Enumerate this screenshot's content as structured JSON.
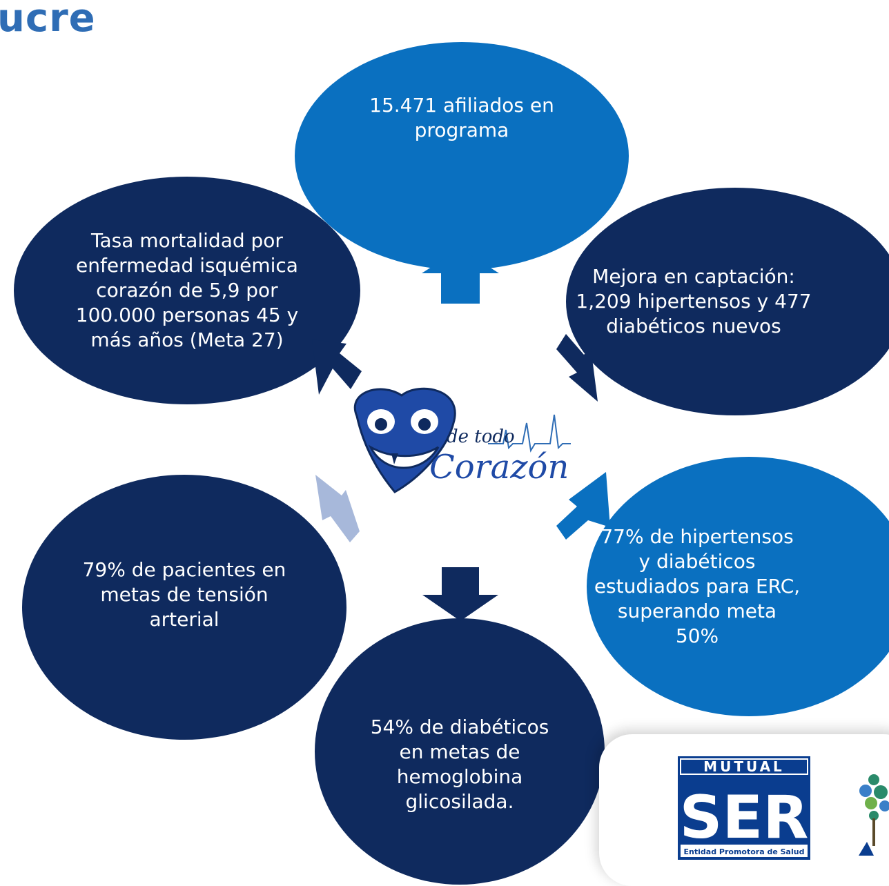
{
  "header": {
    "title": "ucre"
  },
  "nodes": {
    "top": "15.471 afiliados en programa",
    "top_left": "Tasa mortalidad por enfermedad isquémica corazón de 5,9 por 100.000 personas 45 y más años (Meta 27)",
    "top_right": "Mejora en captación: 1,209 hipertensos y 477 diabéticos nuevos",
    "bottom_left": "79% de pacientes en metas de tensión arterial",
    "bottom_right": "77% de hipertensos y diabéticos estudiados para ERC, superando meta 50%",
    "bottom": "54% de diabéticos en metas de hemoglobina glicosilada."
  },
  "center_logo": {
    "line1": "de todo",
    "line2": "Corazón"
  },
  "footer_logo": {
    "top": "MUTUAL",
    "main": "SER",
    "tagline": "Entidad Promotora de Salud"
  },
  "colors": {
    "dark": "#0f2a5e",
    "mid": "#0a70c0",
    "light": "#9fb1d6",
    "title": "#2f6db5"
  }
}
